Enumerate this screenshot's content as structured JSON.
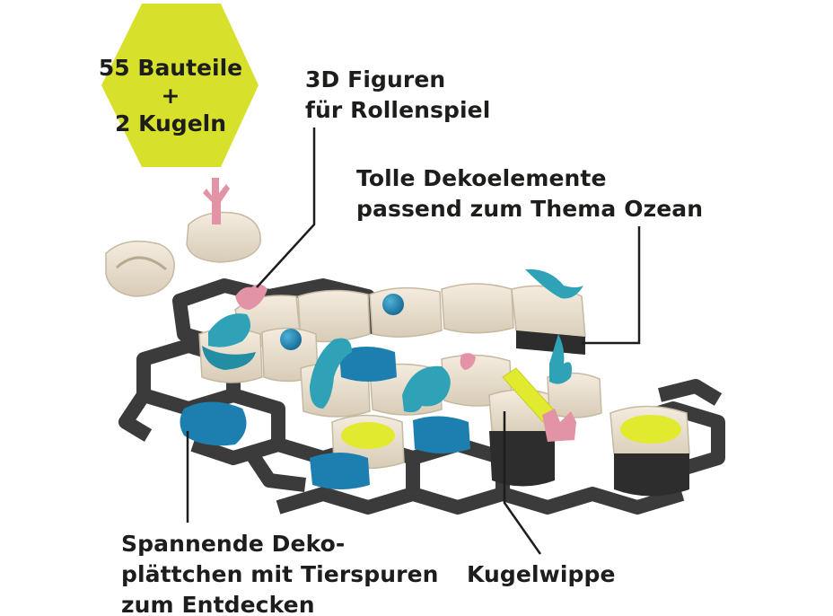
{
  "badge": {
    "line1": "55 Bauteile",
    "line2": "+",
    "line3": "2 Kugeln",
    "color": "#d7e02b"
  },
  "labels": {
    "figures": [
      "3D Figuren",
      "für Rollenspiel"
    ],
    "deco": [
      "Tolle Dekoelemente",
      "passend zum Thema Ozean"
    ],
    "plates": [
      "Spannende Deko-",
      "plättchen mit Tierspuren",
      "zum Entdecken"
    ],
    "seesaw": [
      "Kugelwippe"
    ]
  },
  "colors": {
    "grid": "#3c3c3c",
    "tile": "#ede4d4",
    "tile_shade": "#cfc4b0",
    "blue_plate": "#1d7fb0",
    "teal_figure": "#2fa2b7",
    "pink_coral": "#e393a6",
    "yellow_insert": "#e1ea2e",
    "text": "#1d1d1b"
  }
}
